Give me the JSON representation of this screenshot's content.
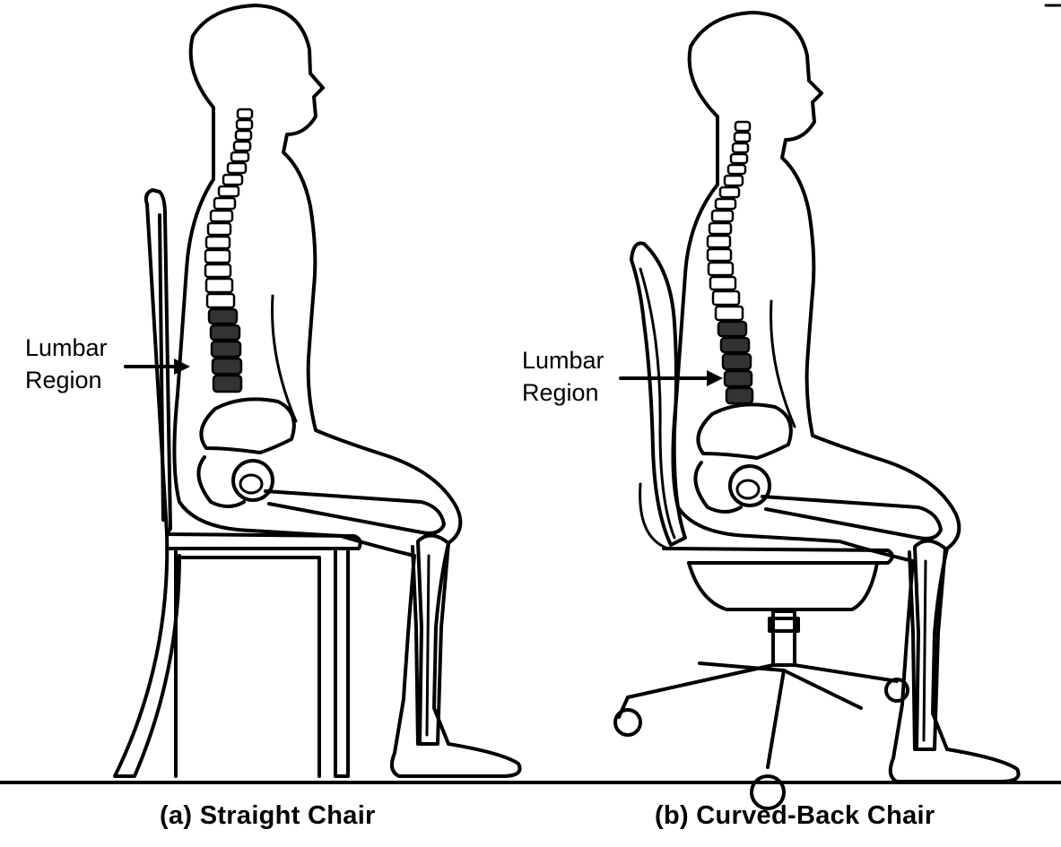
{
  "figure": {
    "left_panel": {
      "label_line1": "Lumbar",
      "label_line2": "Region",
      "caption": "(a) Straight Chair"
    },
    "right_panel": {
      "label_line1": "Lumbar",
      "label_line2": "Region",
      "caption": "(b) Curved-Back Chair"
    }
  }
}
